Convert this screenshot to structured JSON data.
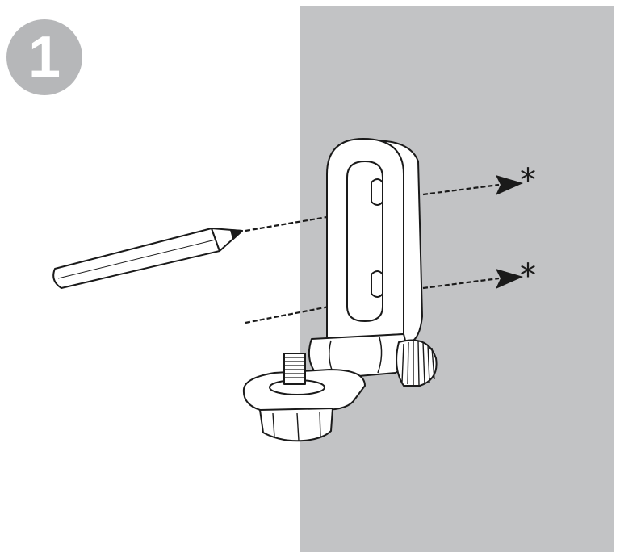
{
  "step": {
    "number": "1"
  },
  "marks": [
    {
      "symbol": "*"
    },
    {
      "symbol": "*"
    }
  ],
  "icons": {
    "step_badge": "step-number-badge",
    "pencil": "pencil-icon",
    "bracket": "mounting-bracket",
    "arrow": "arrow-head-icon"
  },
  "colors": {
    "wall": "#c2c3c5",
    "badge": "#b6b7b9",
    "line": "#1a1a1a",
    "bracket_fill": "#ffffff"
  }
}
